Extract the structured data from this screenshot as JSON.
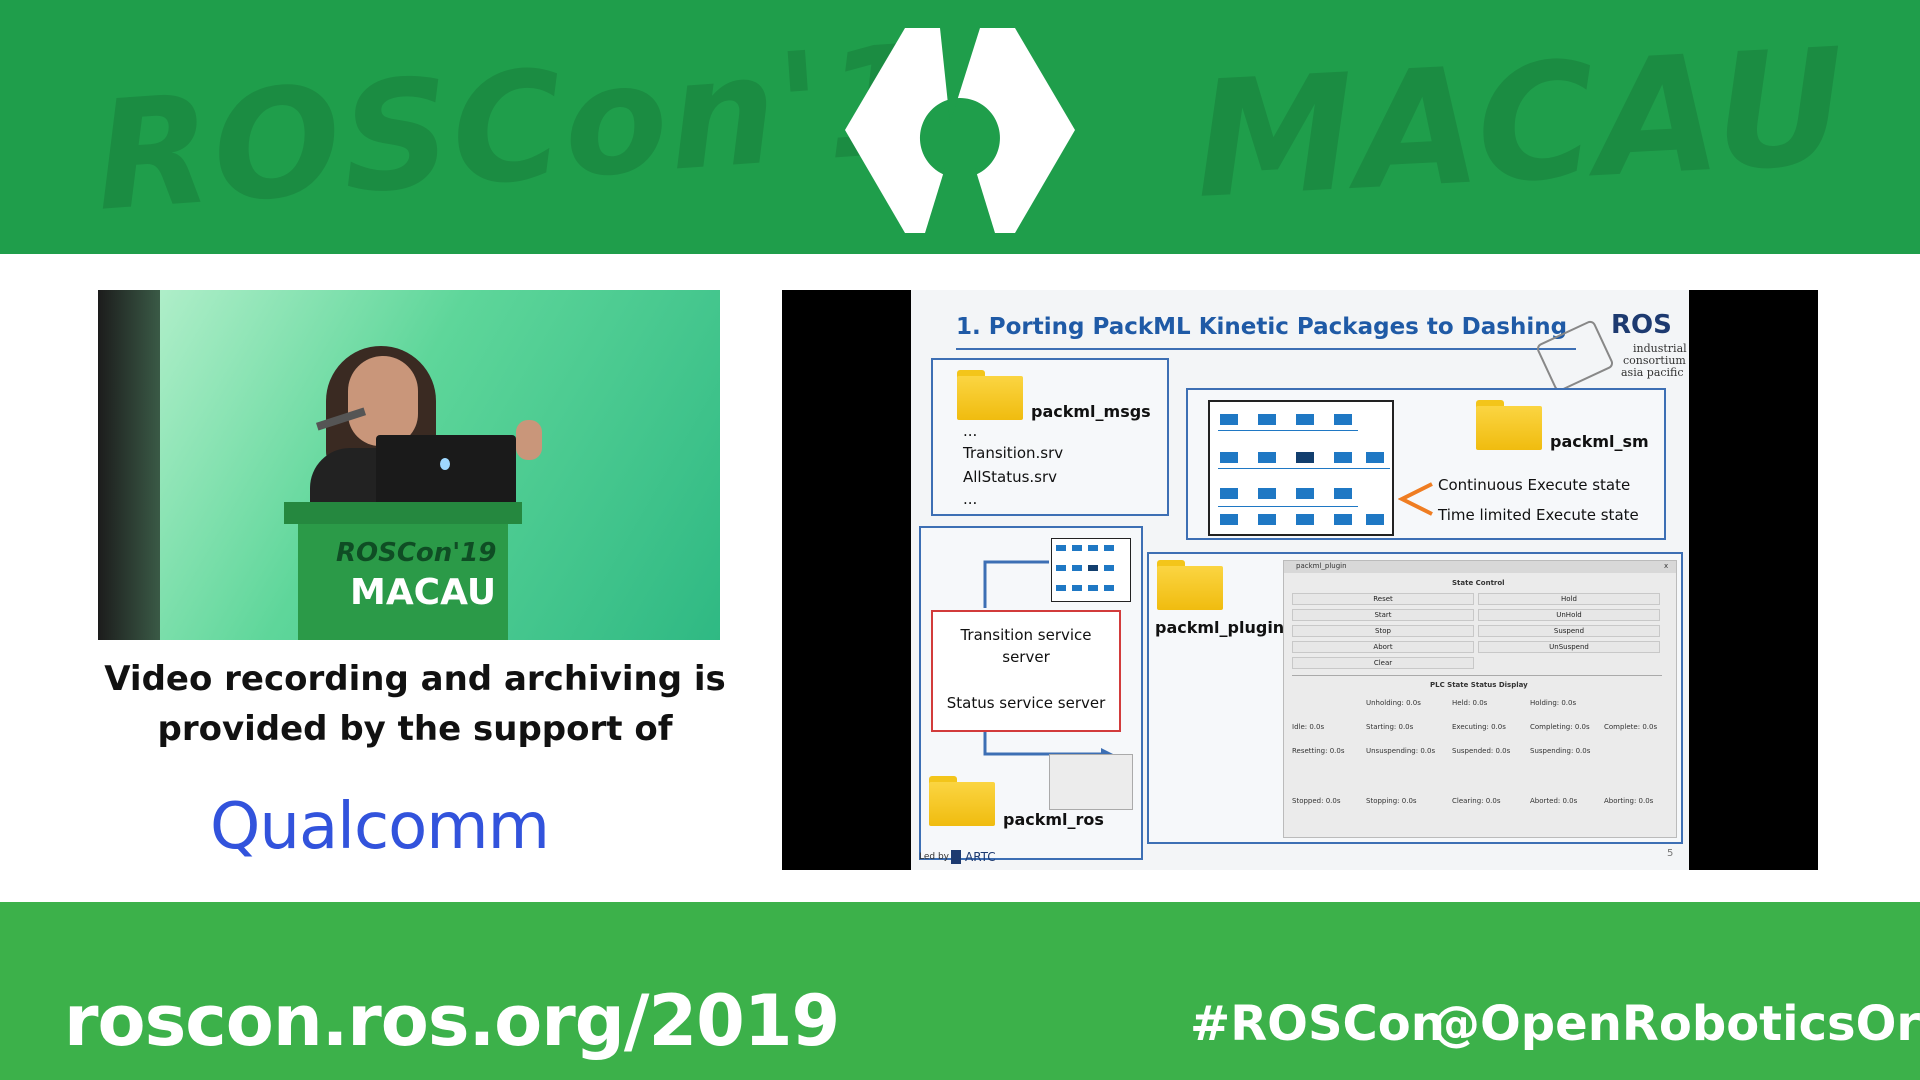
{
  "header": {
    "bg_text_left": "ROSCon'19",
    "bg_text_right": "MACAU",
    "logo_icon": "ros-hexagon-logo-icon"
  },
  "sponsor": {
    "line1": "Video recording and archiving is",
    "line2": "provided by the support of",
    "logo": "Qualcomm"
  },
  "podium": {
    "line1": "ROSCon'19",
    "line2": "MACAU"
  },
  "slide": {
    "title": "1. Porting PackML Kinetic Packages to Dashing",
    "ros_logo": "ROS",
    "ros_sub1": "industrial",
    "ros_sub2": "consortium",
    "ros_sub3": "asia pacific",
    "msgs": {
      "name": "packml_msgs",
      "items": [
        "...",
        "Transition.srv",
        "AllStatus.srv",
        "..."
      ]
    },
    "sm": {
      "name": "packml_sm",
      "line1": "Continuous Execute state",
      "line2": "Time limited Execute state"
    },
    "ros_pkg": {
      "name": "packml_ros",
      "service1": "Transition service server",
      "service2": "Status service server"
    },
    "plugin": {
      "name": "packml_plugin",
      "window_title": "packml_plugin",
      "close_glyph": "x",
      "state_control": "State Control",
      "buttons_left": [
        "Reset",
        "Start",
        "Stop",
        "Abort",
        "Clear"
      ],
      "buttons_right": [
        "Hold",
        "UnHold",
        "Suspend",
        "UnSuspend"
      ],
      "status_title": "PLC State Status Display",
      "status_rows": [
        [
          "",
          "Unholding: 0.0s",
          "Held: 0.0s",
          "Holding: 0.0s",
          ""
        ],
        [
          "Idle: 0.0s",
          "Starting: 0.0s",
          "Executing: 0.0s",
          "Completing: 0.0s",
          "Complete: 0.0s"
        ],
        [
          "Resetting: 0.0s",
          "Unsuspending: 0.0s",
          "Suspended: 0.0s",
          "Suspending: 0.0s",
          ""
        ],
        [
          "Stopped: 0.0s",
          "Stopping: 0.0s",
          "Clearing: 0.0s",
          "Aborted: 0.0s",
          "Aborting: 0.0s"
        ]
      ]
    },
    "footer_led_by": "Led by",
    "footer_org": "ARTC",
    "page_number": "5"
  },
  "footer": {
    "url": "roscon.ros.org/2019",
    "hashtag": "#ROSCon",
    "handle": "@OpenRoboticsOrg"
  },
  "colors": {
    "header_green": "#1f9e4b",
    "footer_green": "#3cb14a",
    "slide_blue": "#3d6fb4",
    "folder_yellow": "#f5c518",
    "qualcomm_blue": "#3253dc"
  }
}
